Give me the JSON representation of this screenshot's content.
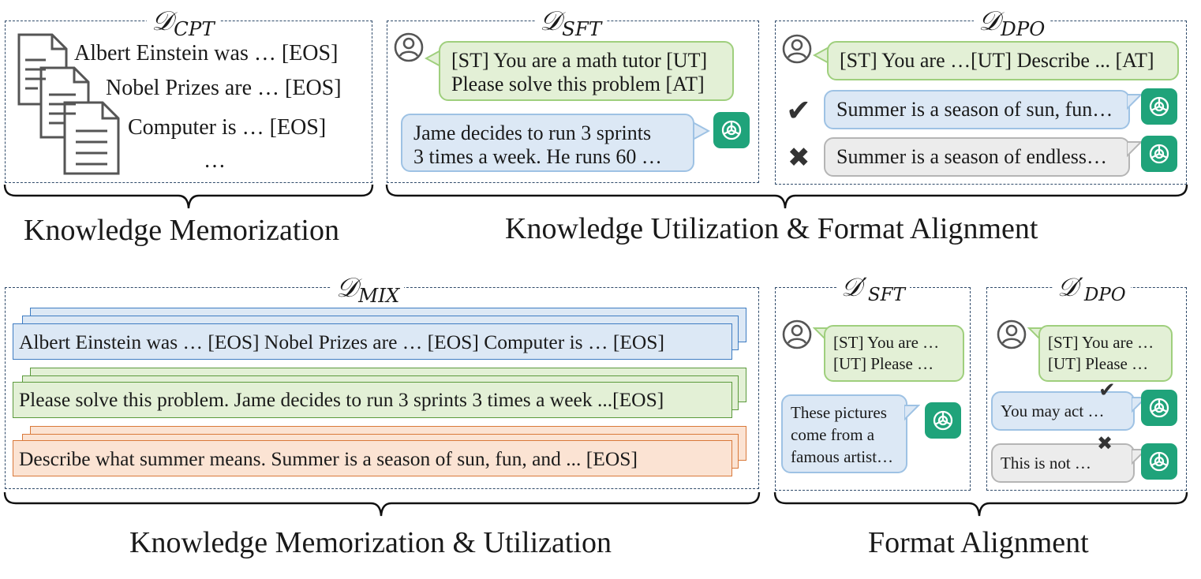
{
  "panels": {
    "cpt": {
      "title": "𝒟",
      "sub": "CPT",
      "lines": [
        "Albert Einstein was … [EOS]",
        "Nobel Prizes are … [EOS]",
        "Computer is … [EOS]",
        "…"
      ]
    },
    "sft": {
      "title": "𝒟",
      "sub": "SFT",
      "user": "[ST] You are a math tutor [UT]\nPlease solve this problem [AT]",
      "assistant": "Jame decides to run 3 sprints\n3 times a week. He runs 60 …"
    },
    "dpo": {
      "title": "𝒟",
      "sub": "DPO",
      "user": "[ST] You are …[UT] Describe ... [AT]",
      "chosen": "Summer is a season of sun, fun…",
      "rejected": "Summer is a season of endless…"
    },
    "mix": {
      "title": "𝒟",
      "sub": "MIX",
      "rows": [
        "Albert Einstein was … [EOS] Nobel Prizes are … [EOS] Computer is … [EOS]",
        "Please solve this problem. Jame decides to run 3 sprints 3 times a week ...[EOS]",
        "Describe what summer means. Summer is a season of sun, fun, and ... [EOS]"
      ]
    },
    "sft2": {
      "title": "𝒟′",
      "sub": "SFT",
      "user": "[ST] You are …\n[UT] Please …",
      "assistant": "These pictures\ncome from a\nfamous artist…"
    },
    "dpo2": {
      "title": "𝒟′",
      "sub": "DPO",
      "user": "[ST] You are …\n[UT] Please …",
      "chosen": "You may act …",
      "rejected": "This is not …"
    }
  },
  "labels": {
    "memorization": "Knowledge Memorization",
    "utilization_format": "Knowledge Utilization & Format Alignment",
    "memorization_utilization": "Knowledge Memorization & Utilization",
    "format": "Format Alignment"
  },
  "marks": {
    "check": "✔",
    "cross": "✖"
  },
  "colors": {
    "green_fill": "#e3f0d6",
    "blue_fill": "#dce8f5",
    "orange_fill": "#fbe3d3",
    "gpt_green": "#1fa37a",
    "dash": "#2f4a6a"
  }
}
